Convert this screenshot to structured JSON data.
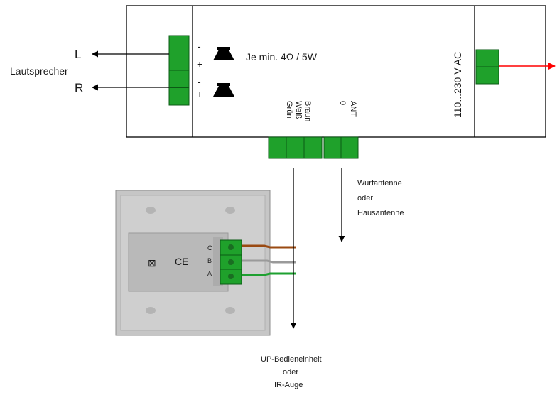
{
  "labels": {
    "left": "L",
    "right": "R",
    "speaker": "Lautsprecher",
    "impedance": "Je min. 4Ω  / 5W",
    "power": "110...230 V AC",
    "wire_colors": [
      "Braun",
      "Weiß",
      "Grün"
    ],
    "antenna_terminal": [
      "ANT",
      "0"
    ],
    "antenna_options": [
      "Wurfantenne",
      "oder",
      "Hausantenne"
    ],
    "panel_terminals": [
      "C",
      "B",
      "A"
    ],
    "panel_marks": [
      "⊠",
      "CE"
    ],
    "bottom": [
      "UP-Bedieneinheit",
      "oder",
      "IR-Auge"
    ]
  },
  "speaker_polarity": [
    "-",
    "+",
    "-",
    "+"
  ],
  "colors": {
    "terminal": "#1fa12b",
    "terminal_dark": "#0b5a14",
    "power_arrow": "#ff0000",
    "wire_brown": "#9a4a12",
    "wire_green": "#1ea030",
    "panel": "#c9c9c9"
  }
}
